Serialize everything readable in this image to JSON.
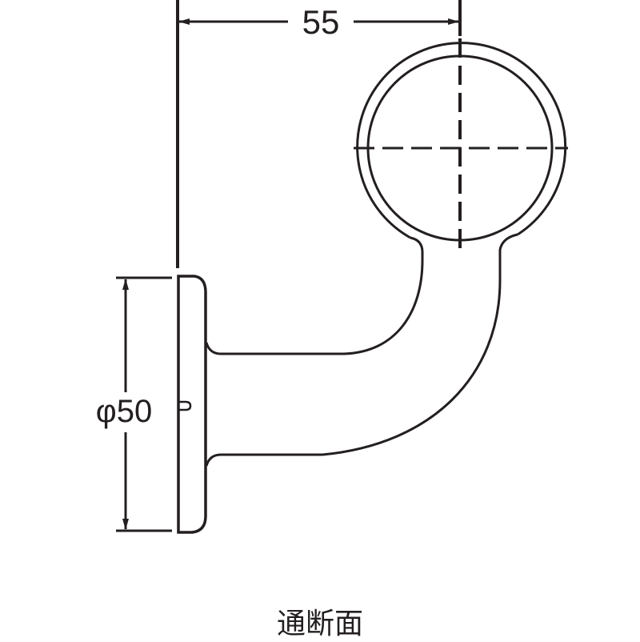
{
  "dimensions": {
    "width_label": "55",
    "diameter_label": "φ50"
  },
  "caption": "通断面",
  "colors": {
    "line": "#231f20",
    "background": "#ffffff"
  }
}
